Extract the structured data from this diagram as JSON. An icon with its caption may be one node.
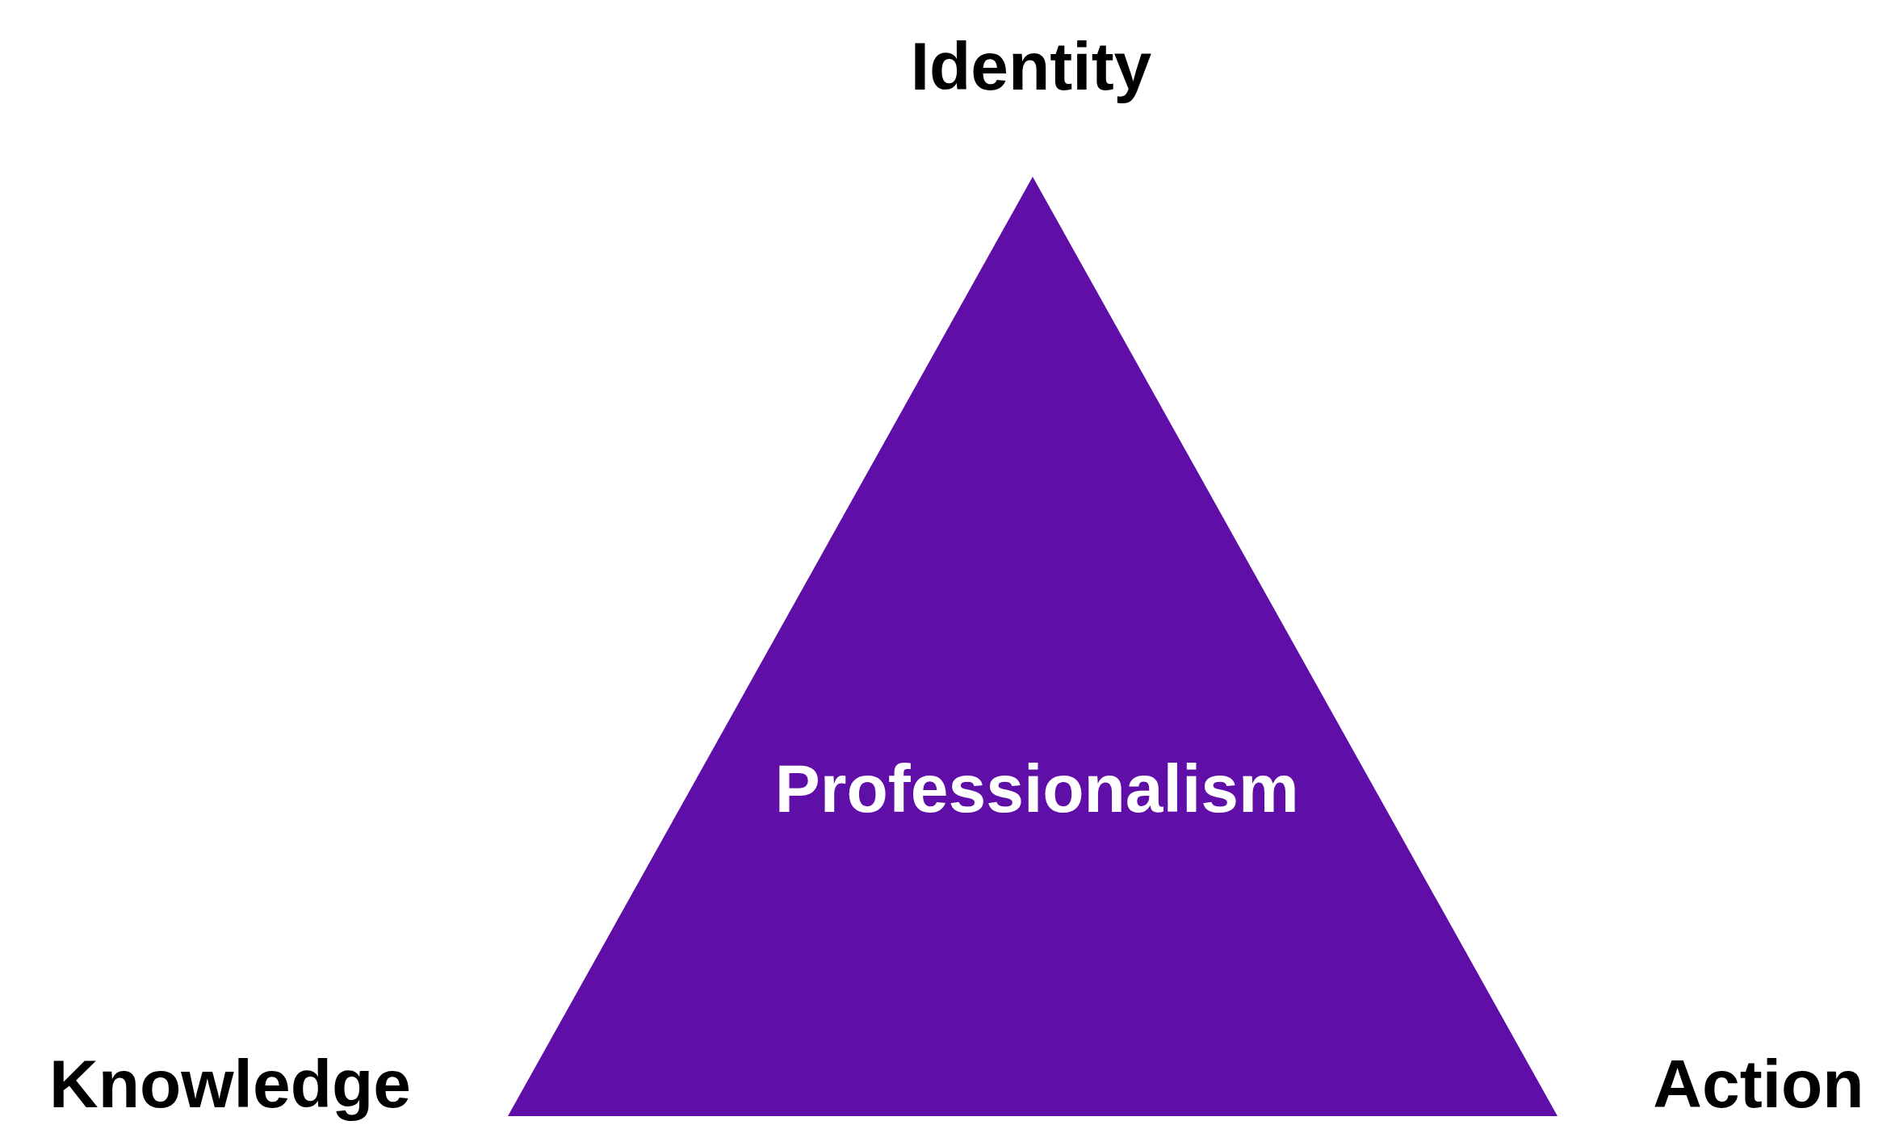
{
  "diagram": {
    "nodes": [
      {
        "text": [
          "Professionalism"
        ]
      }
    ],
    "labels": [
      "Identity",
      "Knowledge",
      "Action"
    ]
  }
}
